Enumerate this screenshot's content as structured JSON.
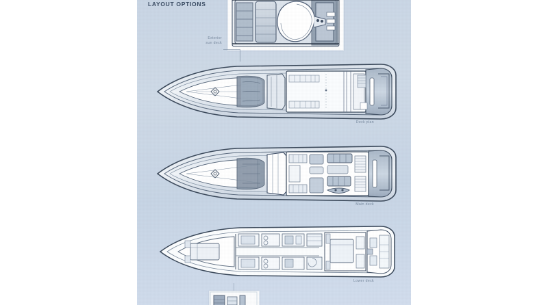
{
  "document": {
    "title": "LAYOUT OPTIONS",
    "page_background": "#ffffff",
    "panel_background": "#ccd8e6",
    "title_color": "#2d3f57",
    "caption_color": "#6d7f95",
    "line_color": "#4a5a6e"
  },
  "captions": {
    "exterior": "Exterior\nsun deck",
    "deck_plan": "Deck plan",
    "main_deck": "Main deck",
    "lower_deck": "Lower deck"
  },
  "drawings": [
    {
      "name": "exterior-sun-deck-inset",
      "label": "Exterior sun deck",
      "view": "top-down inset",
      "framed": true,
      "frame_color": "#fdfdfd"
    },
    {
      "name": "deck-plan",
      "label": "Deck plan",
      "view": "top-down yacht plan",
      "bow_direction": "left"
    },
    {
      "name": "main-deck-plan",
      "label": "Main deck",
      "view": "top-down yacht plan",
      "bow_direction": "left"
    },
    {
      "name": "lower-deck-plan",
      "label": "Lower deck",
      "view": "top-down yacht plan",
      "bow_direction": "left"
    },
    {
      "name": "detail-inset-bottom",
      "label": "",
      "view": "partial detail inset",
      "framed": true
    }
  ],
  "palette": {
    "hull_outline": "#4e5d72",
    "hull_fill": "#e9eef4",
    "deck_light": "#f4f7fa",
    "deck_mid": "#c3cddb",
    "deck_dark": "#8d9bad",
    "furniture": "#9fb0c2",
    "accent_dark": "#5b6b80"
  }
}
